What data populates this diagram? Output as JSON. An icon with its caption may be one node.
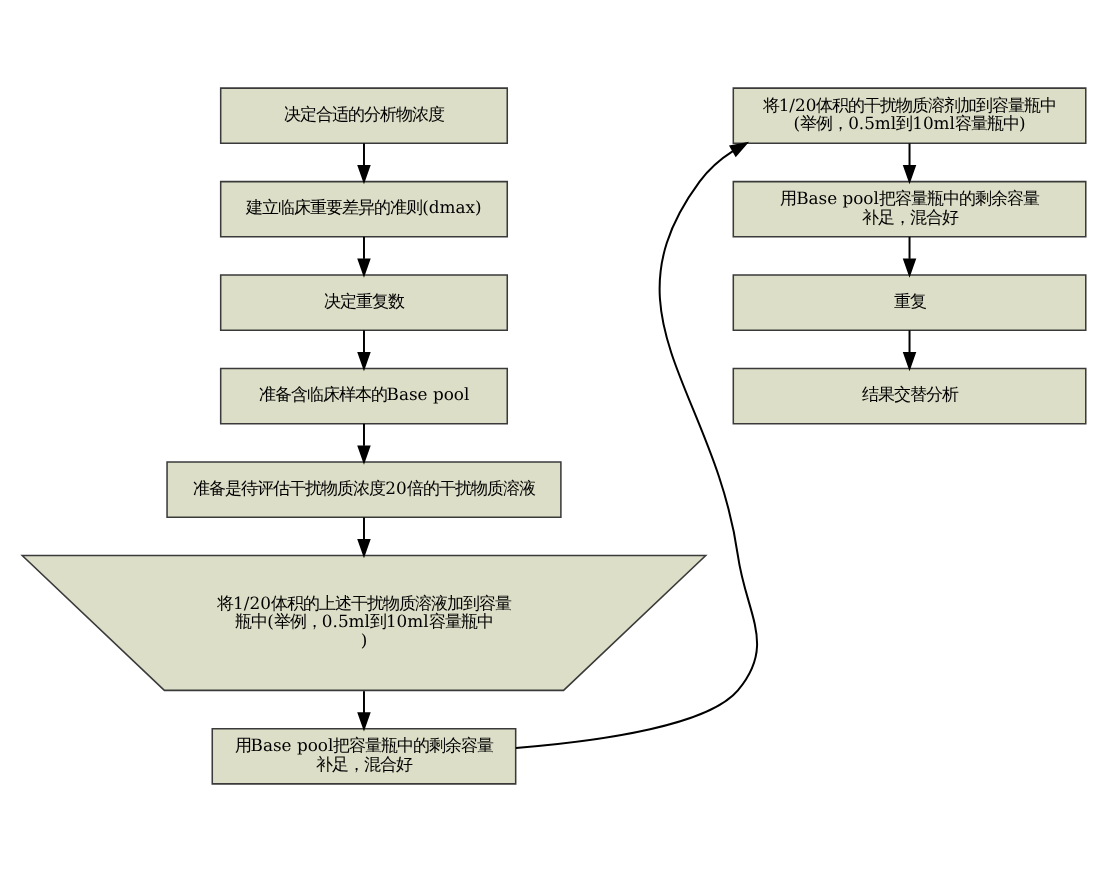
{
  "diagram": {
    "nodes": [
      {
        "text": [
          "决定合适的分析物浓度"
        ]
      },
      {
        "text": [
          "建立临床重要差异的准则(dmax)"
        ]
      },
      {
        "text": [
          "决定重复数"
        ]
      },
      {
        "text": [
          "准备含临床样本的Base pool"
        ]
      },
      {
        "text": [
          "准备是待评估干扰物质浓度20倍的干扰物质溶液"
        ]
      },
      {
        "text": [
          "将1/20体积的上述干扰物质溶液加到容量瓶中(举例，0.5ml到10ml容量瓶中)"
        ]
      },
      {
        "text": [
          "用Base pool把容量瓶中的剩余容量补足，混合好"
        ]
      },
      {
        "text": [
          "将1/20体积的干扰物质溶剂加到容量瓶中(举例，0.5ml到10ml容量瓶中)"
        ]
      },
      {
        "text": [
          "用Base pool把容量瓶中的剩余容量补足，混合好"
        ]
      },
      {
        "text": [
          "重复"
        ]
      },
      {
        "text": [
          "结果交替分析"
        ]
      }
    ],
    "edges": [
      {
        "from": 0,
        "to": 1,
        "arrow": "to"
      },
      {
        "from": 1,
        "to": 2,
        "arrow": "to"
      },
      {
        "from": 2,
        "to": 3,
        "arrow": "to"
      },
      {
        "from": 3,
        "to": 4,
        "arrow": "to"
      },
      {
        "from": 4,
        "to": 5,
        "arrow": "to"
      },
      {
        "from": 5,
        "to": 6,
        "arrow": "to"
      },
      {
        "from": 6,
        "to": 7,
        "arrow": "to"
      },
      {
        "from": 7,
        "to": 8,
        "arrow": "to"
      },
      {
        "from": 8,
        "to": 9,
        "arrow": "to"
      },
      {
        "from": 9,
        "to": 10,
        "arrow": "to"
      }
    ]
  }
}
